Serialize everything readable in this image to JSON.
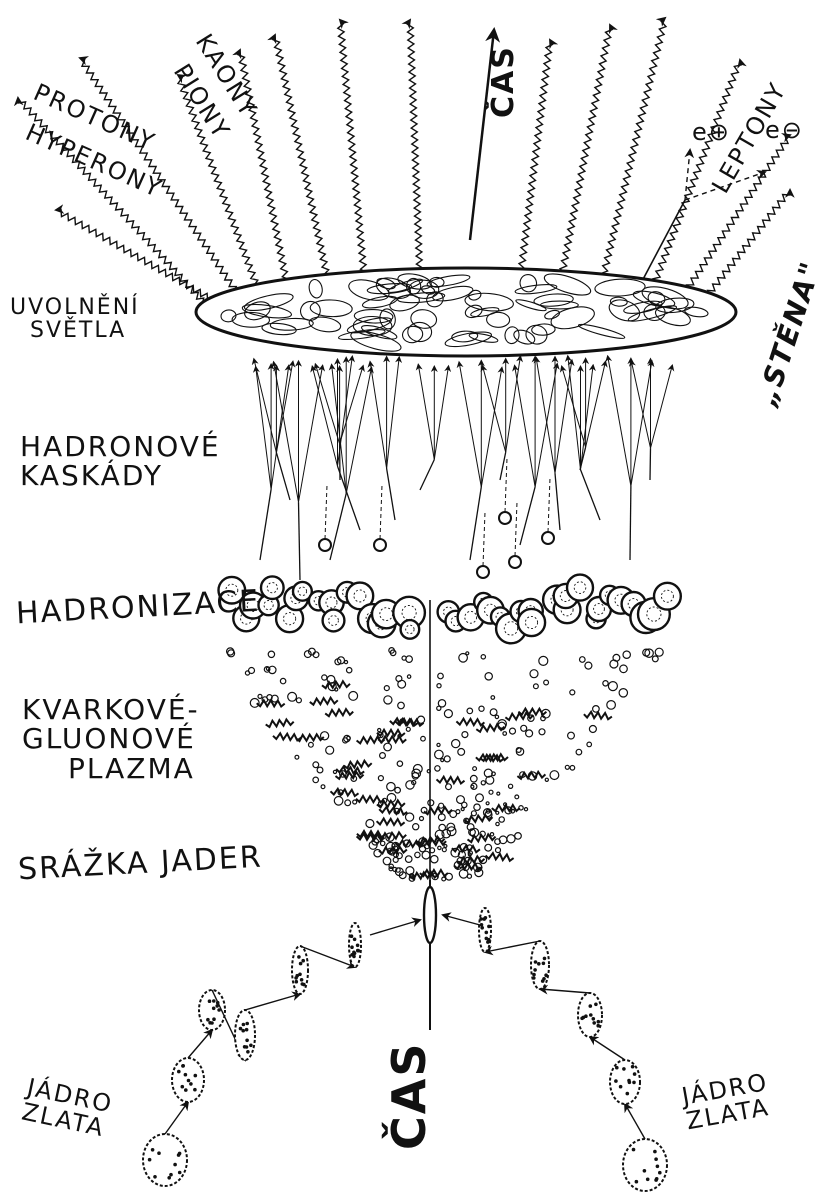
{
  "labels": {
    "cas_top": "ČAS",
    "cas_bottom": "ČAS",
    "protony": "PROTONY",
    "hyperony": "HYPERONY",
    "kaony": "KAONY",
    "piony": "PIONY",
    "leptony": "LEPTONY",
    "electron": "e⊕",
    "positron": "e⊖",
    "stena": "„STĚNA\"",
    "uvolneni_line1": "UVOLNĚNÍ",
    "uvolneni_line2": "SVĚTLA",
    "hadronove_line1": "HADRONOVÉ",
    "hadronove_line2": "KASKÁDY",
    "hadronizace": "HADRONIZACE",
    "kvark_line1": "KVARKOVÉ-",
    "kvark_line2": "GLUONOVÉ",
    "kvark_line3": "PLAZMA",
    "srazka": "SRÁŽKA JADER",
    "jadro_left_line1": "JÁDRO",
    "jadro_left_line2": "ZLATA",
    "jadro_right_line1": "JÁDRO",
    "jadro_right_line2": "ZLATA"
  },
  "colors": {
    "ink": "#111111",
    "paper": "#ffffff"
  }
}
